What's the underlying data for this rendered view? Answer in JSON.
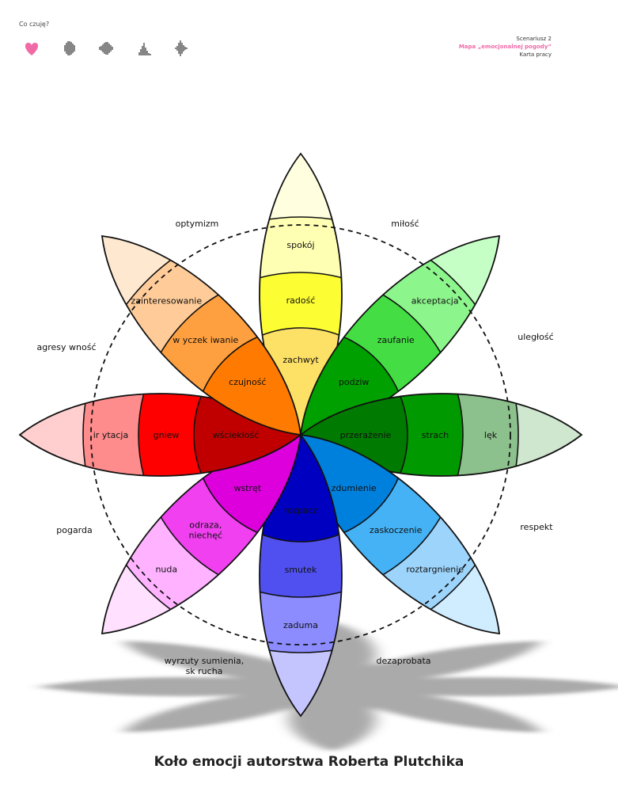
{
  "header": {
    "question": "Co czuję?",
    "scenario_line1": "Scenariusz 2",
    "scenario_line2": "Mapa „emocjonalnej pogody”",
    "scenario_line3": "Karta pracy",
    "icons": [
      "heart-icon",
      "sound-wave-icon",
      "sound-wave-icon",
      "bar-wave-icon",
      "sound-wave-icon"
    ],
    "heart_color": "#f06aa6"
  },
  "wheel": {
    "petals": [
      {
        "name": "top",
        "colors": [
          "#fde066",
          "#fdfd33",
          "#ffffb4",
          "#ffffe0"
        ],
        "labels": [
          "zachwyt",
          "radość",
          "spokój"
        ]
      },
      {
        "name": "top-right",
        "colors": [
          "#00a000",
          "#44dd44",
          "#8cf58c",
          "#c6ffc6"
        ],
        "labels": [
          "podziw",
          "zaufanie",
          "akceptacja"
        ]
      },
      {
        "name": "right",
        "colors": [
          "#007a00",
          "#009900",
          "#8cc08c",
          "#cfe6cf"
        ],
        "labels": [
          "przerażenie",
          "strach",
          "lęk"
        ]
      },
      {
        "name": "bottom-right",
        "colors": [
          "#0080dd",
          "#44b2f5",
          "#9dd4fb",
          "#d0ecff"
        ],
        "labels": [
          "zdumienie",
          "zaskoczenie",
          "roztargnienie"
        ]
      },
      {
        "name": "bottom",
        "colors": [
          "#0000c0",
          "#5050f0",
          "#8c8cff",
          "#c4c4ff"
        ],
        "labels": [
          "rozpacz",
          "smutek",
          "zaduma"
        ]
      },
      {
        "name": "bottom-left",
        "colors": [
          "#dd00dd",
          "#f040f0",
          "#ffb2ff",
          "#ffe0ff"
        ],
        "labels": [
          "wstręt",
          "odraza,\nniechęć",
          "nuda"
        ]
      },
      {
        "name": "left",
        "colors": [
          "#c00000",
          "#ff0000",
          "#ff8c8c",
          "#ffcfcf"
        ],
        "labels": [
          "wściekłość",
          "gniew",
          "ir ytacja"
        ]
      },
      {
        "name": "top-left",
        "colors": [
          "#ff7a00",
          "#ffa040",
          "#ffcc99",
          "#ffe8d0"
        ],
        "labels": [
          "czujność",
          "w yczek iwanie",
          "zainteresowanie"
        ]
      }
    ],
    "dyads": [
      {
        "text": "optymizm",
        "pos": "top-left"
      },
      {
        "text": "miłość",
        "pos": "top-right"
      },
      {
        "text": "agresy wność",
        "pos": "left-upper"
      },
      {
        "text": "uległość",
        "pos": "right-upper"
      },
      {
        "text": "pogarda",
        "pos": "left-lower"
      },
      {
        "text": "respekt",
        "pos": "right-lower"
      },
      {
        "text": "wyrzuty sumienia,\nsk rucha",
        "pos": "bottom-left"
      },
      {
        "text": "dezaprobata",
        "pos": "bottom-right"
      }
    ]
  },
  "caption": "Koło emocji autorstwa Roberta Plutchika"
}
